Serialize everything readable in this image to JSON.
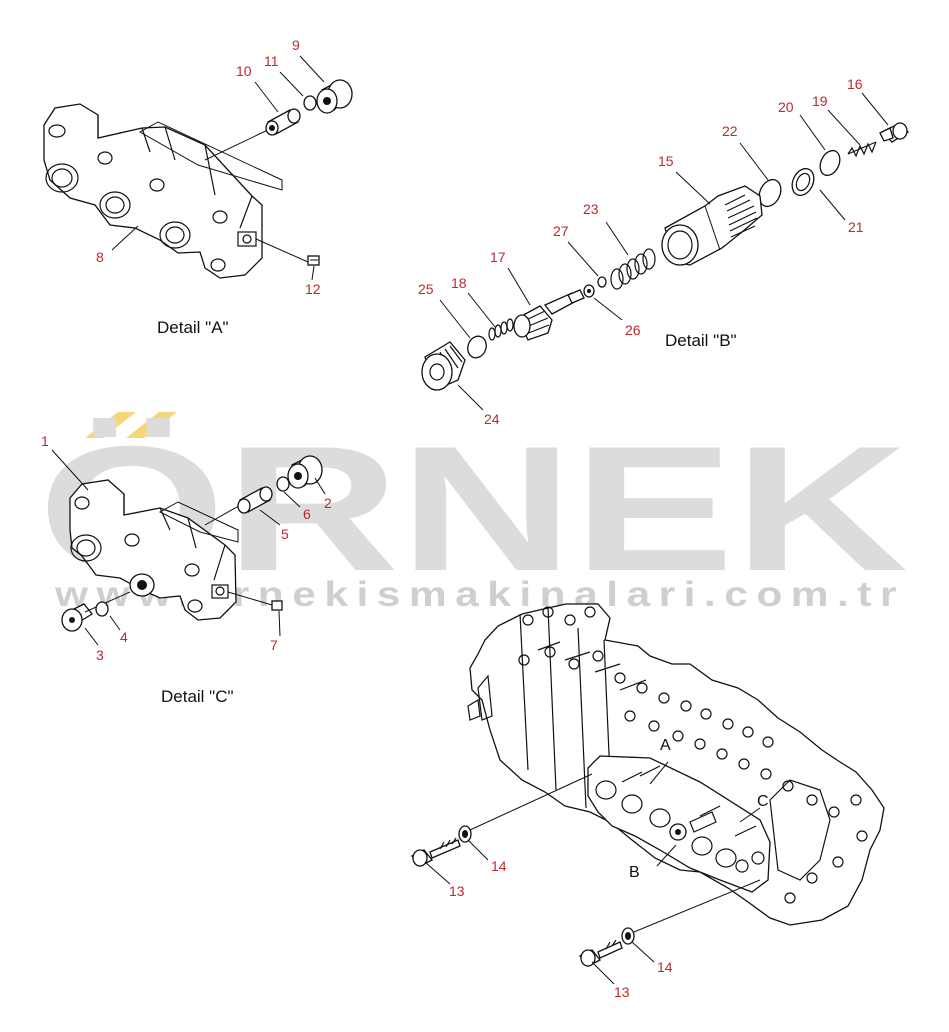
{
  "watermark": {
    "text": "ÖRNEK",
    "url": "www.ornekismakinalari.com.tr",
    "accent_color": "#f5d77a"
  },
  "details": {
    "a": "Detail \"A\"",
    "b": "Detail \"B\"",
    "c": "Detail \"C\""
  },
  "markers": {
    "a": "A",
    "b": "B",
    "c": "C"
  },
  "callouts": {
    "n1": "1",
    "n2": "2",
    "n3": "3",
    "n4": "4",
    "n5": "5",
    "n6": "6",
    "n7": "7",
    "n8": "8",
    "n9": "9",
    "n10": "10",
    "n11": "11",
    "n12": "12",
    "n13a": "13",
    "n13b": "13",
    "n14a": "14",
    "n14b": "14",
    "n15": "15",
    "n16": "16",
    "n17": "17",
    "n18": "18",
    "n19": "19",
    "n20": "20",
    "n21": "21",
    "n22": "22",
    "n23": "23",
    "n24": "24",
    "n25": "25",
    "n26": "26",
    "n27": "27"
  },
  "colors": {
    "callout": "#c0282d",
    "line": "#111111",
    "watermark": "#dcdcdc"
  }
}
